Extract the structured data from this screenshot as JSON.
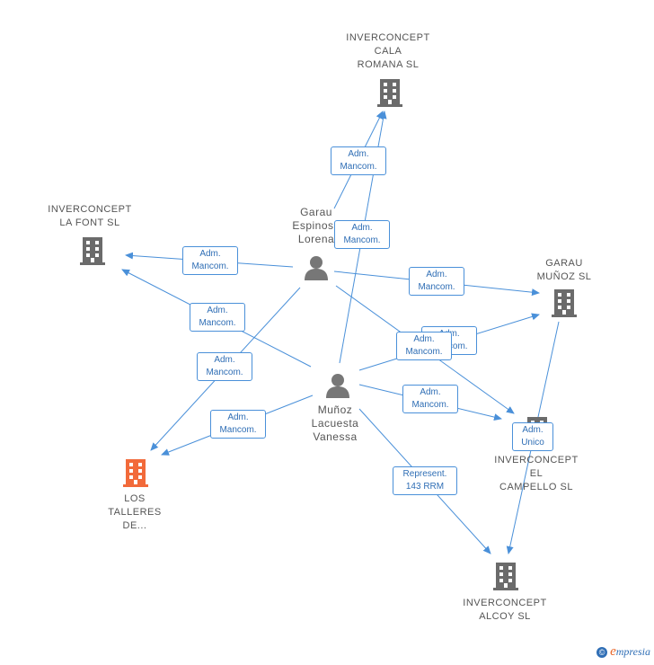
{
  "colors": {
    "edge": "#4a90d9",
    "building": "#6b6b6b",
    "building_highlight": "#f26a3a",
    "person": "#777777"
  },
  "nodes": {
    "cala_romana": {
      "label_lines": [
        "INVERCONCEPT",
        "CALA",
        "ROMANA SL"
      ],
      "type": "company"
    },
    "la_font": {
      "label_lines": [
        "INVERCONCEPT",
        "LA FONT SL"
      ],
      "type": "company"
    },
    "garau_munoz": {
      "label_lines": [
        "GARAU",
        "MUÑOZ SL"
      ],
      "type": "company"
    },
    "el_campello": {
      "label_lines": [
        "INVERCONCEPT",
        "EL",
        "CAMPELLO SL"
      ],
      "type": "company"
    },
    "los_talleres": {
      "label_lines": [
        "LOS",
        "TALLERES",
        "DE..."
      ],
      "type": "company-highlight"
    },
    "alcoy": {
      "label_lines": [
        "INVERCONCEPT",
        "ALCOY SL"
      ],
      "type": "company"
    },
    "garau_espinosa": {
      "label_lines": [
        "Garau",
        "Espinosa",
        "Lorena"
      ],
      "type": "person"
    },
    "munoz_lacuesta": {
      "label_lines": [
        "Muñoz",
        "Lacuesta",
        "Vanessa"
      ],
      "type": "person"
    }
  },
  "edge_labels": [
    {
      "id": "l1",
      "lines": [
        "Adm.",
        "Mancom."
      ]
    },
    {
      "id": "l2",
      "lines": [
        "Adm.",
        "Mancom."
      ]
    },
    {
      "id": "l3",
      "lines": [
        "Adm.",
        "Mancom."
      ]
    },
    {
      "id": "l4",
      "lines": [
        "Adm.",
        "Mancom."
      ]
    },
    {
      "id": "l5",
      "lines": [
        "Adm.",
        "Mancom."
      ]
    },
    {
      "id": "l6",
      "lines": [
        "Adm.",
        "Mancom."
      ]
    },
    {
      "id": "l7",
      "lines": [
        "Adm.",
        "Mancom."
      ]
    },
    {
      "id": "l8",
      "lines": [
        "Adm.",
        "Mancom."
      ]
    },
    {
      "id": "l9",
      "lines": [
        "Adm.",
        "Mancom."
      ]
    },
    {
      "id": "l10",
      "lines": [
        "Adm.",
        "Mancom."
      ]
    },
    {
      "id": "l11",
      "lines": [
        "Adm.",
        "Unico"
      ]
    },
    {
      "id": "l12",
      "lines": [
        "Represent.",
        "143 RRM"
      ]
    }
  ],
  "credit": {
    "symbol": "©",
    "brand_initial": "e",
    "brand_rest": "mpresia"
  }
}
